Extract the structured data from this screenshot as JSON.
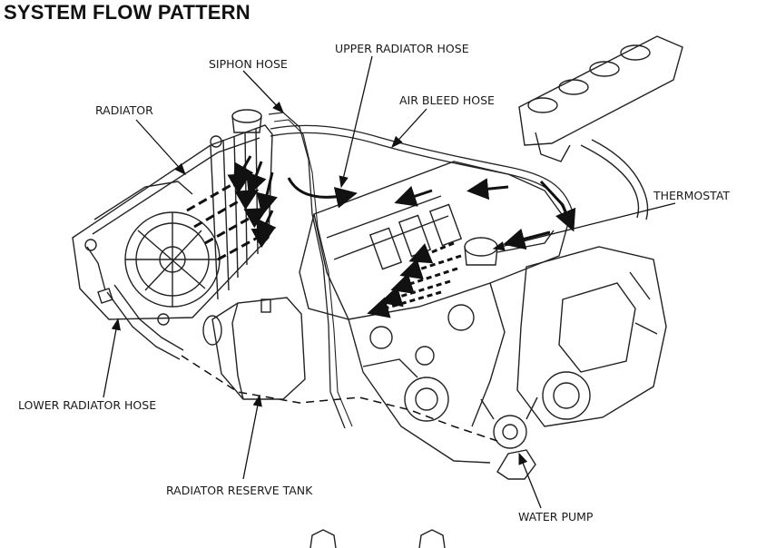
{
  "title": "SYSTEM FLOW PATTERN",
  "labels": {
    "siphon_hose": "SIPHON HOSE",
    "upper_radiator_hose": "UPPER RADIATOR HOSE",
    "air_bleed_hose": "AIR BLEED HOSE",
    "radiator": "RADIATOR",
    "thermostat": "THERMOSTAT",
    "lower_radiator_hose": "LOWER RADIATOR HOSE",
    "radiator_reserve_tank": "RADIATOR RESERVE TANK",
    "water_pump": "WATER PUMP"
  }
}
